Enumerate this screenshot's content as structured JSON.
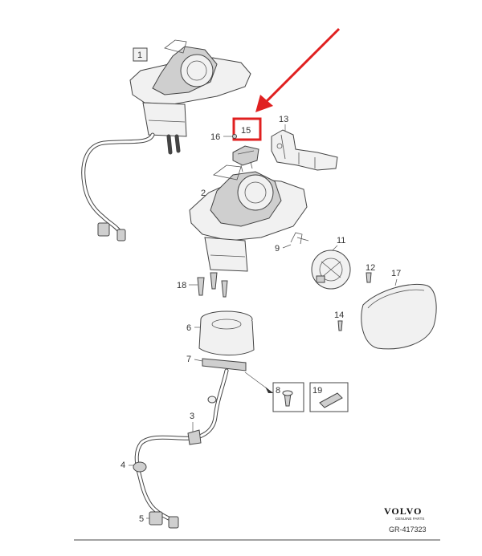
{
  "diagram": {
    "callouts": {
      "c1": "1",
      "c2": "2",
      "c3": "3",
      "c4": "4",
      "c5": "5",
      "c6": "6",
      "c7": "7",
      "c8": "8",
      "c9": "9",
      "c11": "11",
      "c12": "12",
      "c13": "13",
      "c14": "14",
      "c15": "15",
      "c16": "16",
      "c17": "17",
      "c18": "18",
      "c19": "19"
    },
    "logo": {
      "brand": "VOLVO",
      "subtitle": "GENUINE PARTS"
    },
    "reference": "GR-417323",
    "highlight": {
      "target": "15",
      "arrow_color": "#e02020",
      "box_color": "#e02020"
    }
  }
}
